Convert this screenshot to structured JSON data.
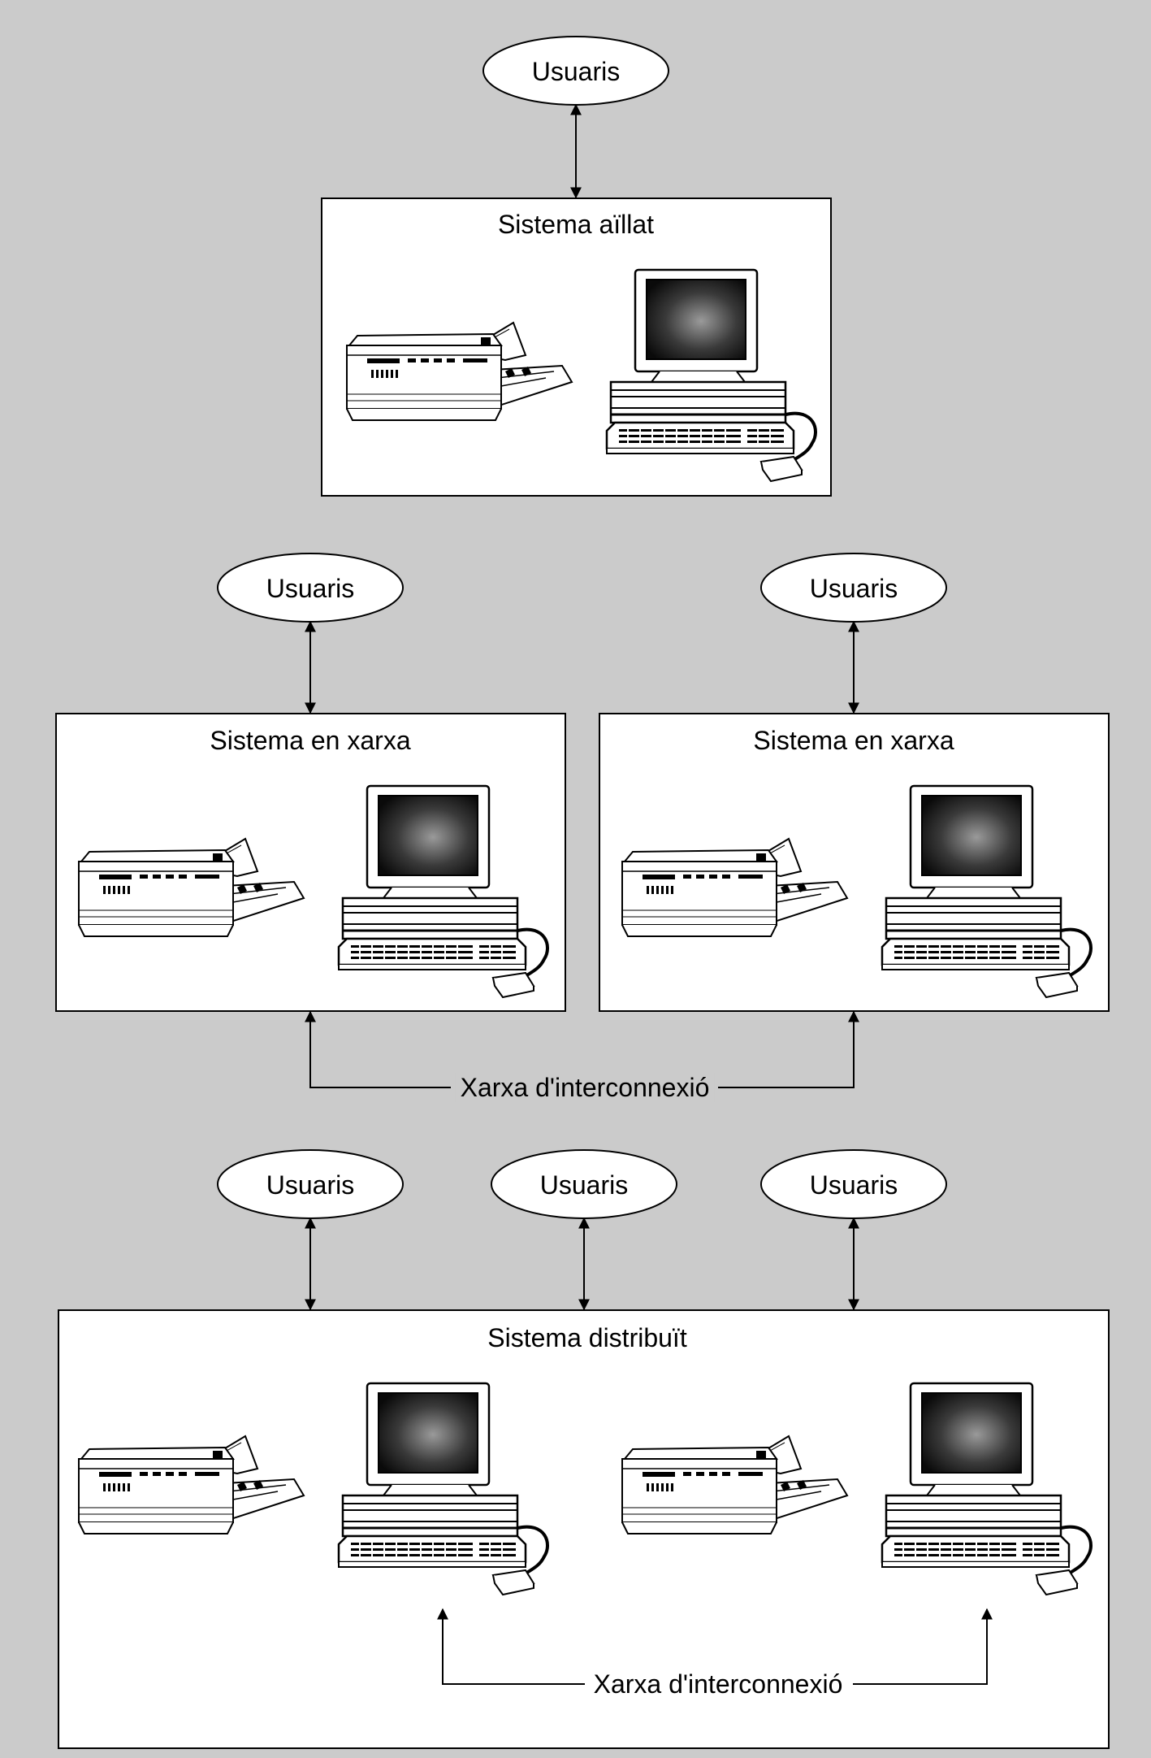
{
  "colors": {
    "background": "#cbcbcb",
    "panel": "#ffffff",
    "stroke": "#000000",
    "screen_dark": "#1a1a1a",
    "screen_light": "#9a9a9a"
  },
  "isolated": {
    "users_label": "Usuaris",
    "title": "Sistema aïllat"
  },
  "networked": {
    "left": {
      "users_label": "Usuaris",
      "title": "Sistema en xarxa"
    },
    "right": {
      "users_label": "Usuaris",
      "title": "Sistema en xarxa"
    },
    "network_label": "Xarxa d'interconnexió"
  },
  "distributed": {
    "users_labels": [
      "Usuaris",
      "Usuaris",
      "Usuaris"
    ],
    "title": "Sistema distribuït",
    "network_label": "Xarxa d'interconnexió"
  },
  "icons": {
    "printer": "printer-icon",
    "computer": "computer-icon"
  }
}
